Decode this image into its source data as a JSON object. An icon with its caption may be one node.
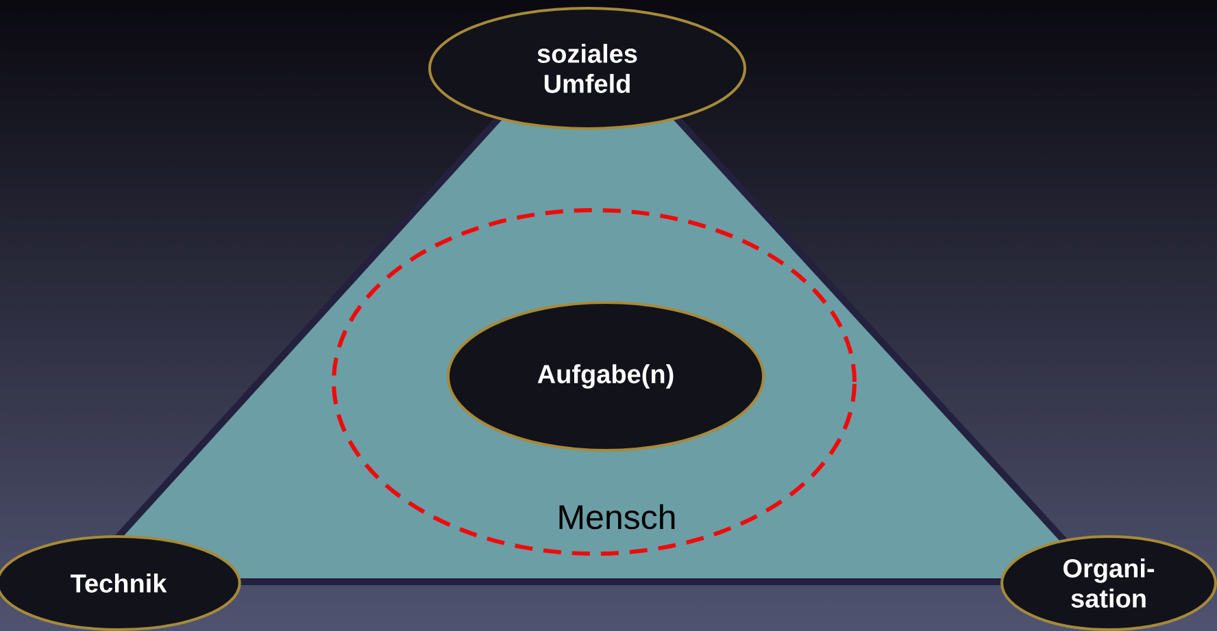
{
  "diagram": {
    "nodes": [
      {
        "text": [
          "soziales Umfeld"
        ]
      },
      {
        "text": [
          "Mensch"
        ]
      },
      {
        "text": [
          "Aufgabe(n)"
        ],
        "in": 1
      },
      {
        "text": [
          "Technik"
        ]
      },
      {
        "text": [
          "Organi- sation"
        ]
      }
    ]
  }
}
